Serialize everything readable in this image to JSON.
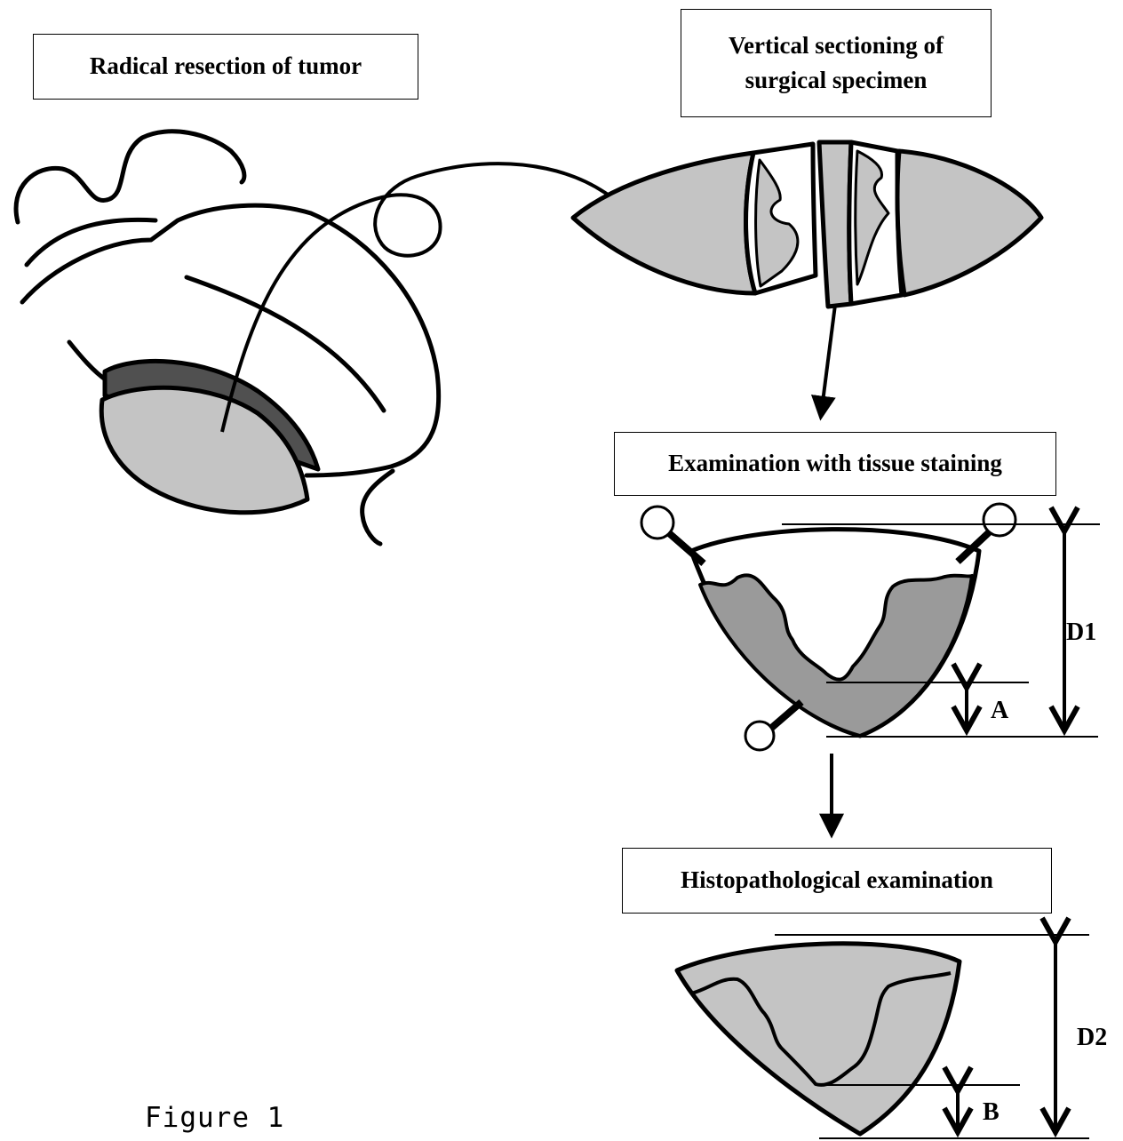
{
  "colors": {
    "ink": "#000000",
    "tissue_light": "#c4c4c4",
    "tissue_mid": "#9a9a9a",
    "tissue_dark": "#505050",
    "background": "#ffffff"
  },
  "steps": {
    "resection": "Radical resection of tumor",
    "sectioning": "Vertical sectioning of surgical specimen",
    "staining": "Examination with tissue staining",
    "histopathology": "Histopathological examination"
  },
  "measurements": {
    "d1": "D1",
    "a": "A",
    "d2": "D2",
    "b": "B"
  },
  "caption": "Figure 1"
}
